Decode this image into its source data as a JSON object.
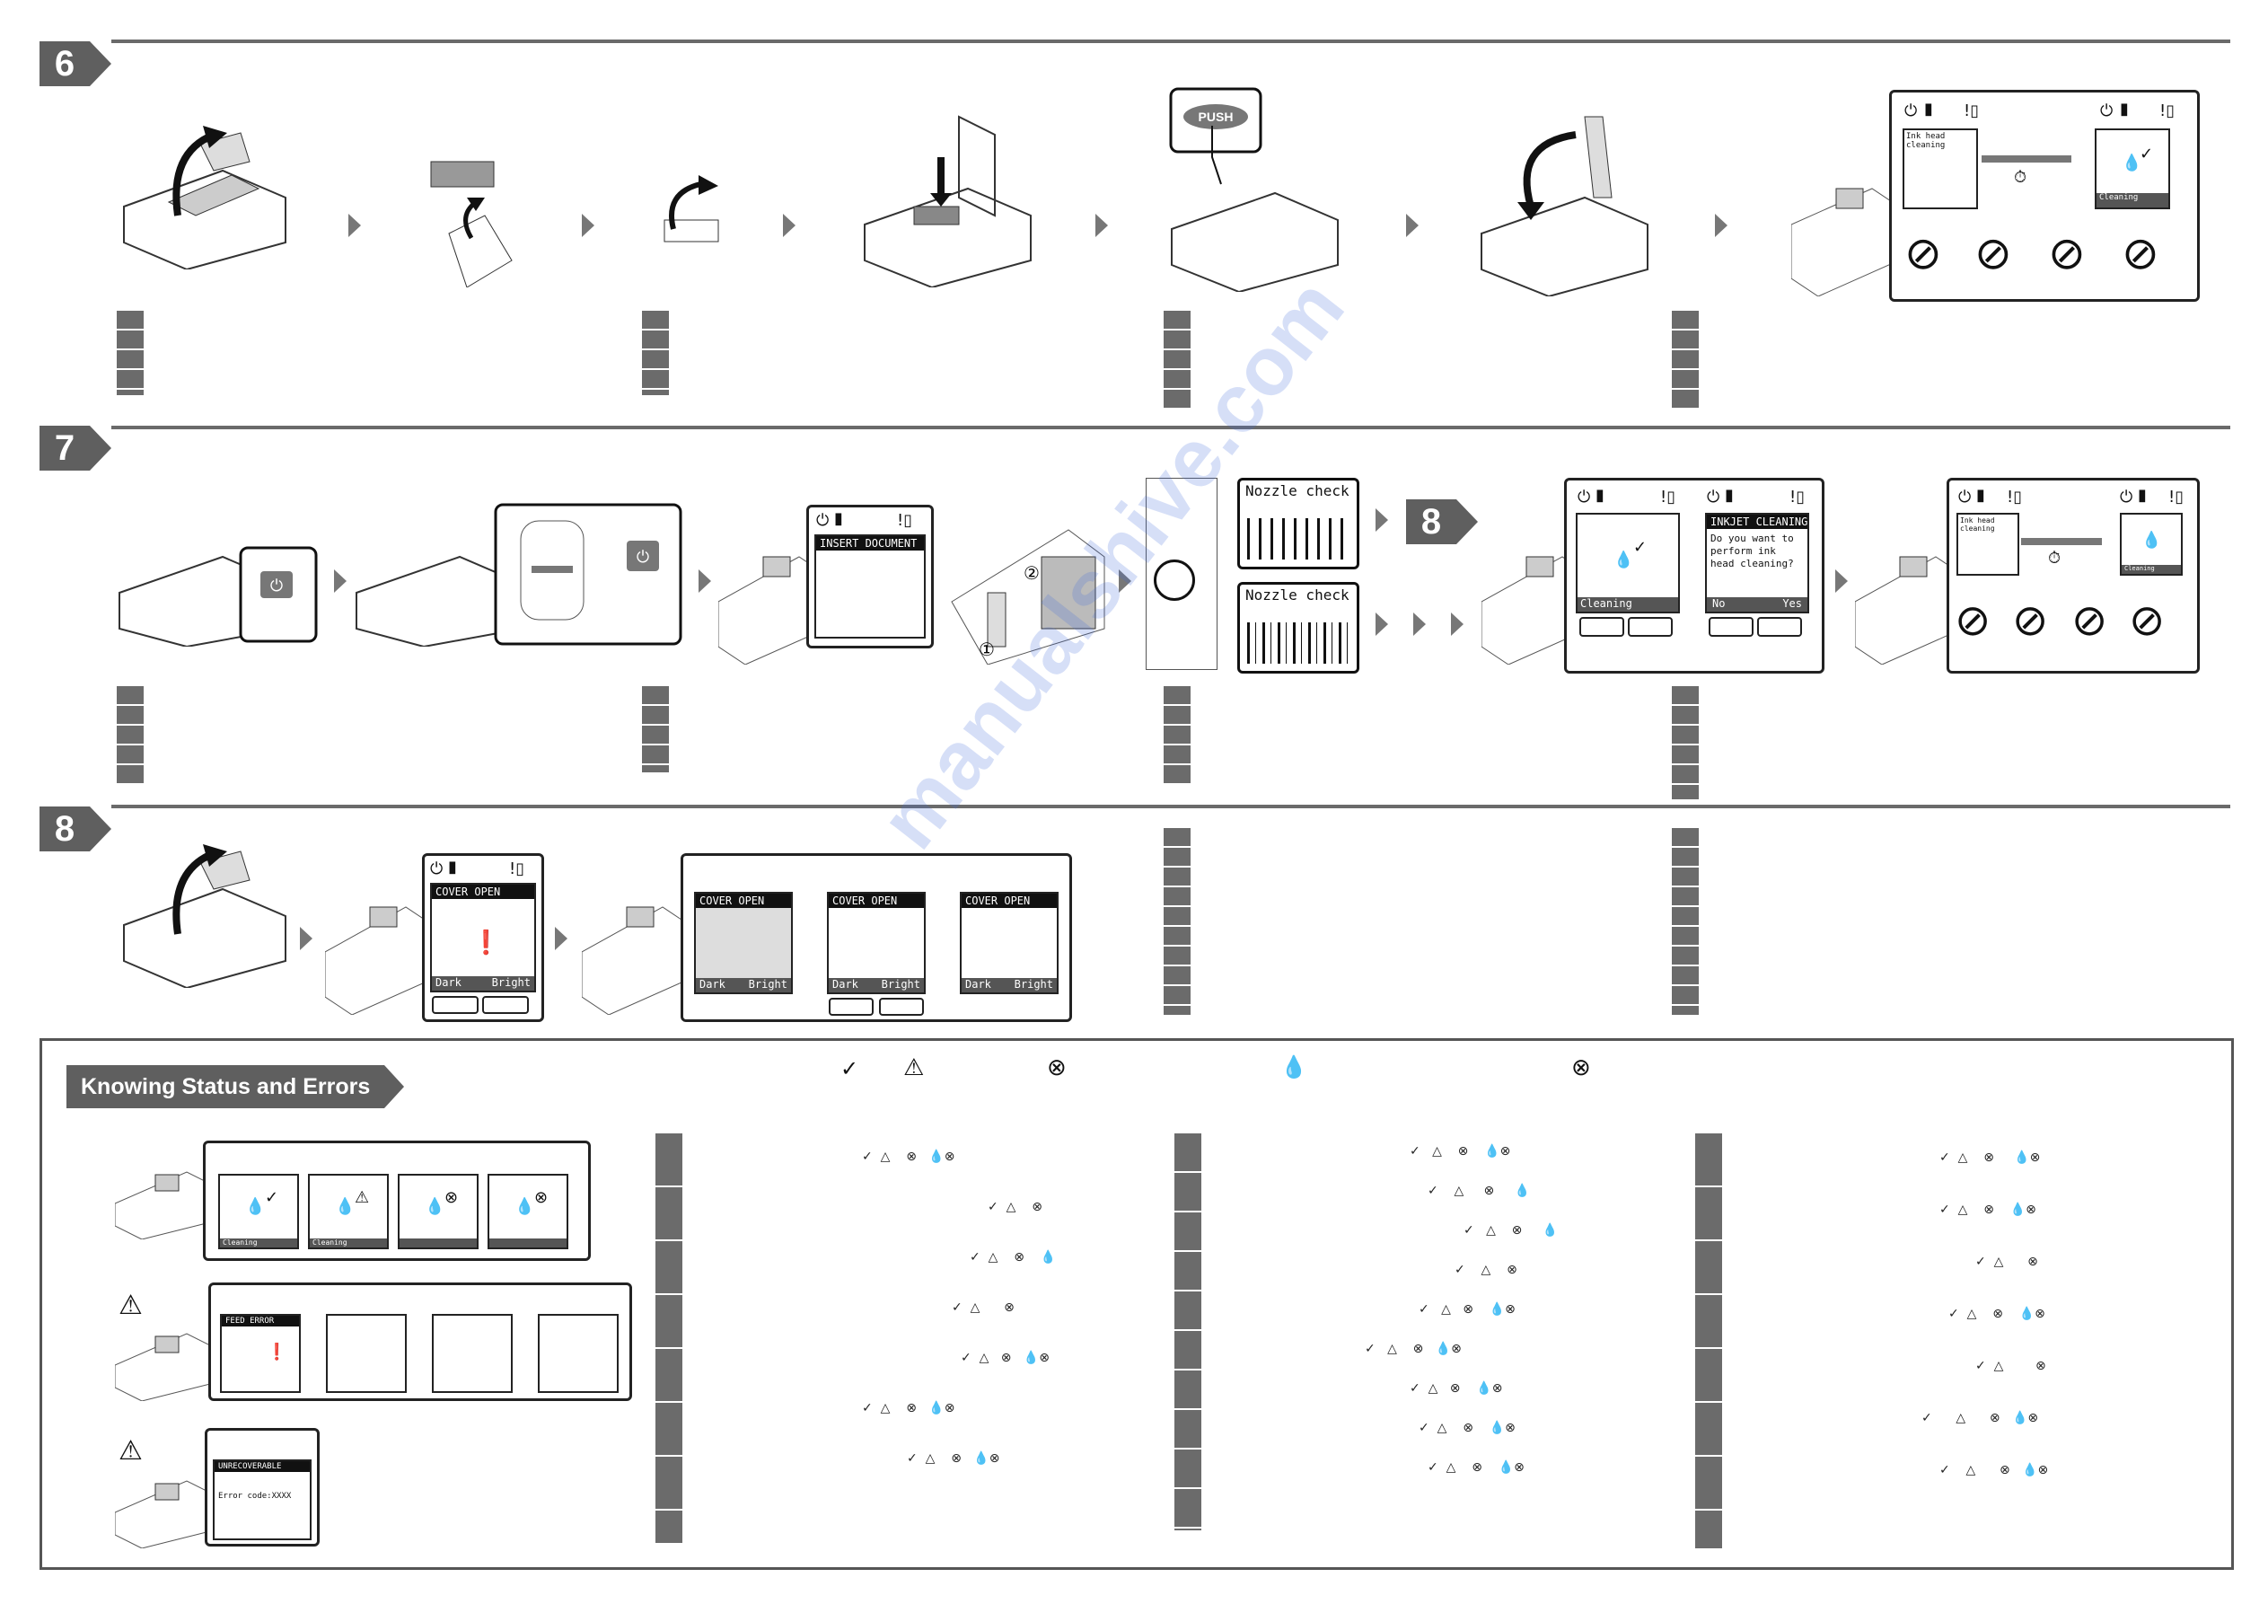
{
  "steps": {
    "s6": "6",
    "s7": "7",
    "s8a": "8",
    "s8b": "8"
  },
  "push_label": "PUSH",
  "panels": {
    "ink_head_cleaning": "Ink head cleaning",
    "cleaning": "Cleaning",
    "inkjet_cleaning_header": "INKJET CLEANING",
    "inkjet_cleaning_question": "Do you want to perform ink head cleaning?",
    "no": "No",
    "yes": "Yes",
    "insert_document": "INSERT DOCUMENT",
    "nozzle_check": "Nozzle check pa",
    "cover_open": "COVER OPEN",
    "dark": "Dark",
    "bright": "Bright",
    "feed_error": "FEED ERROR",
    "unrecoverable": "UNRECOVERABLE",
    "error_code": "Error code:XXXX",
    "circled_1": "①",
    "circled_2": "②"
  },
  "knowing": {
    "title": "Knowing Status and Errors"
  },
  "icons": {
    "check": "check-icon",
    "warning": "warning-triangle-icon",
    "error": "error-circle-icon",
    "drop": "ink-drop-icon",
    "power": "power-icon",
    "stopwatch": "stopwatch-icon"
  },
  "colors": {
    "badge": "#5f5f5f",
    "rule": "#6a6a6a",
    "watermark": "#466edc"
  },
  "watermark": "manualshive.com"
}
